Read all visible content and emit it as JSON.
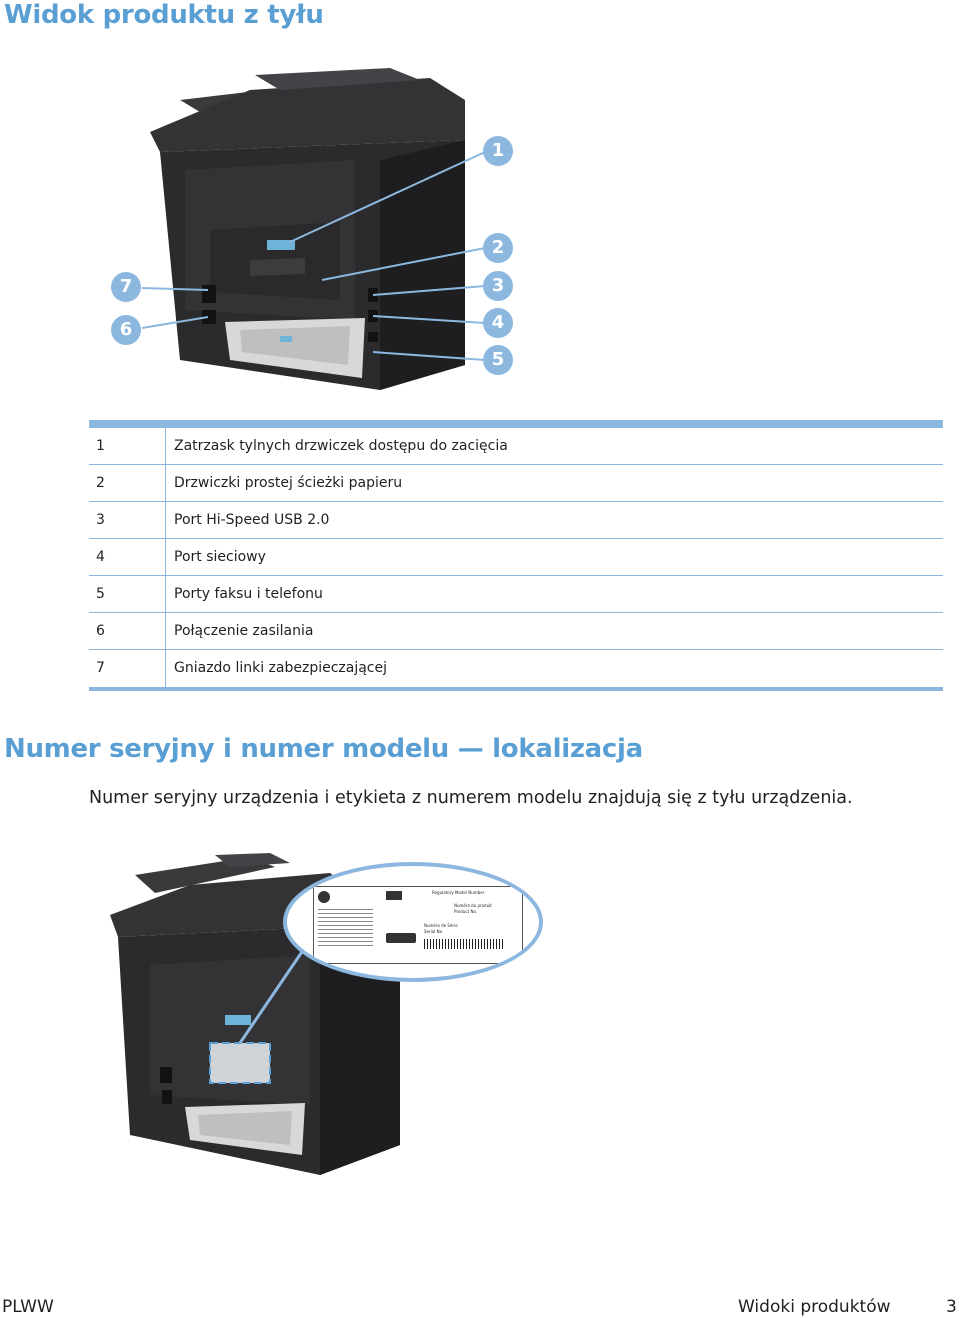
{
  "heading1": "Widok produktu z tyłu",
  "callouts": [
    "1",
    "2",
    "3",
    "4",
    "5",
    "6",
    "7"
  ],
  "table": {
    "rows": [
      {
        "num": "1",
        "text": "Zatrzask tylnych drzwiczek dostępu do zacięcia"
      },
      {
        "num": "2",
        "text": "Drzwiczki prostej ścieżki papieru"
      },
      {
        "num": "3",
        "text": "Port Hi-Speed USB 2.0"
      },
      {
        "num": "4",
        "text": "Port sieciowy"
      },
      {
        "num": "5",
        "text": "Porty faksu i telefonu"
      },
      {
        "num": "6",
        "text": "Połączenie zasilania"
      },
      {
        "num": "7",
        "text": "Gniazdo linki zabezpieczającej"
      }
    ]
  },
  "heading2": "Numer seryjny i numer modelu — lokalizacja",
  "body": "Numer seryjny urządzenia i etykieta z numerem modelu znajdują się z tyłu urządzenia.",
  "label_texts": {
    "regulatory": "Regulatory Model Number",
    "product_no": "Product No.",
    "product_no_fr": "Numéro du produit",
    "serial_no": "Serial No.",
    "serial_no_fr": "Numéro de Série"
  },
  "footer": {
    "left": "PLWW",
    "right": "Widoki produktów",
    "page": "3"
  },
  "colors": {
    "accent": "#5a9fd4",
    "callout": "#8cb8e0",
    "printer_body": "#2b2b2d"
  }
}
